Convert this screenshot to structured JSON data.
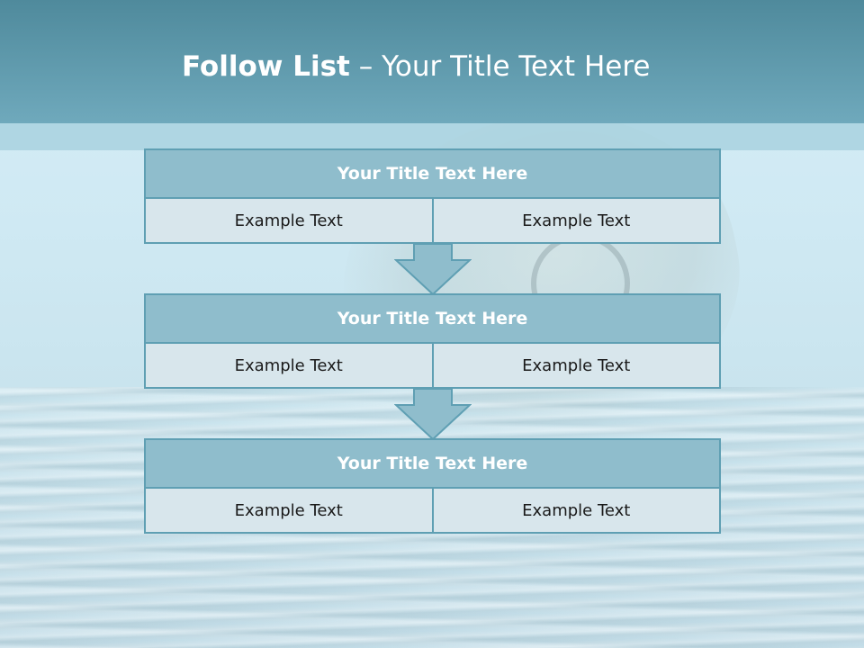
{
  "slide": {
    "title_bold": "Follow List",
    "title_rest": " – Your Title Text Here"
  },
  "blocks": [
    {
      "title": "Your Title Text Here",
      "left": "Example Text",
      "right": "Example Text"
    },
    {
      "title": "Your Title Text Here",
      "left": "Example Text",
      "right": "Example Text"
    },
    {
      "title": "Your Title Text Here",
      "left": "Example Text",
      "right": "Example Text"
    }
  ],
  "colors": {
    "header": "#6fa9bc",
    "block_title_fill": "#8fbdcc",
    "block_border": "#5f9fb3",
    "cell_fill": "#d8e6ec"
  }
}
